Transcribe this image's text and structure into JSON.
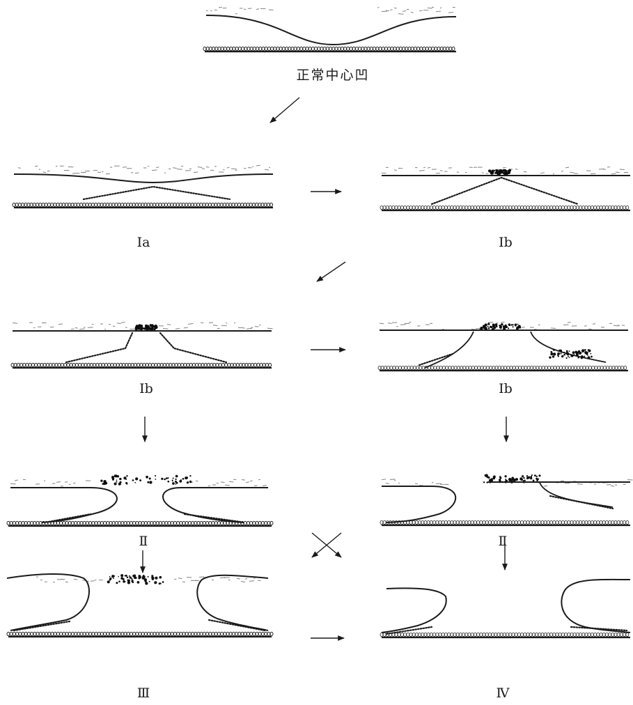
{
  "figure": {
    "ink_color": "#1a1a1a",
    "dark_ink_color": "#0d0d0d",
    "background": "#ffffff"
  },
  "stages": [
    {
      "id": "normal",
      "kind": "normal",
      "label": "正常中心凹"
    },
    {
      "id": "ia",
      "kind": "tent",
      "label": "Ⅰa"
    },
    {
      "id": "ib-1",
      "kind": "tent-broken",
      "label": "Ⅰb"
    },
    {
      "id": "ib-2",
      "kind": "split",
      "label": "Ⅰb"
    },
    {
      "id": "ib-3",
      "kind": "split-pigment",
      "label": "Ⅰb"
    },
    {
      "id": "ii-1",
      "kind": "hole-sym",
      "label": "Ⅱ"
    },
    {
      "id": "ii-2",
      "kind": "hole-asym",
      "label": "Ⅱ"
    },
    {
      "id": "iii",
      "kind": "hole-large",
      "label": "Ⅲ"
    },
    {
      "id": "iv",
      "kind": "hole-detached",
      "label": "Ⅳ"
    }
  ],
  "arrows": [
    {
      "id": "normal-to-ia",
      "direction": "down-left"
    },
    {
      "id": "ia-to-ib1",
      "direction": "right"
    },
    {
      "id": "ib1-to-ib2",
      "direction": "down-left"
    },
    {
      "id": "ib2-to-ib3",
      "direction": "right"
    },
    {
      "id": "ib2-to-ii1",
      "direction": "down"
    },
    {
      "id": "ib3-to-ii2",
      "direction": "down"
    },
    {
      "id": "ii1-to-iii",
      "direction": "down"
    },
    {
      "id": "ii2-to-iv",
      "direction": "down"
    },
    {
      "id": "cross",
      "direction": "cross"
    },
    {
      "id": "iii-to-iv",
      "direction": "right"
    }
  ]
}
